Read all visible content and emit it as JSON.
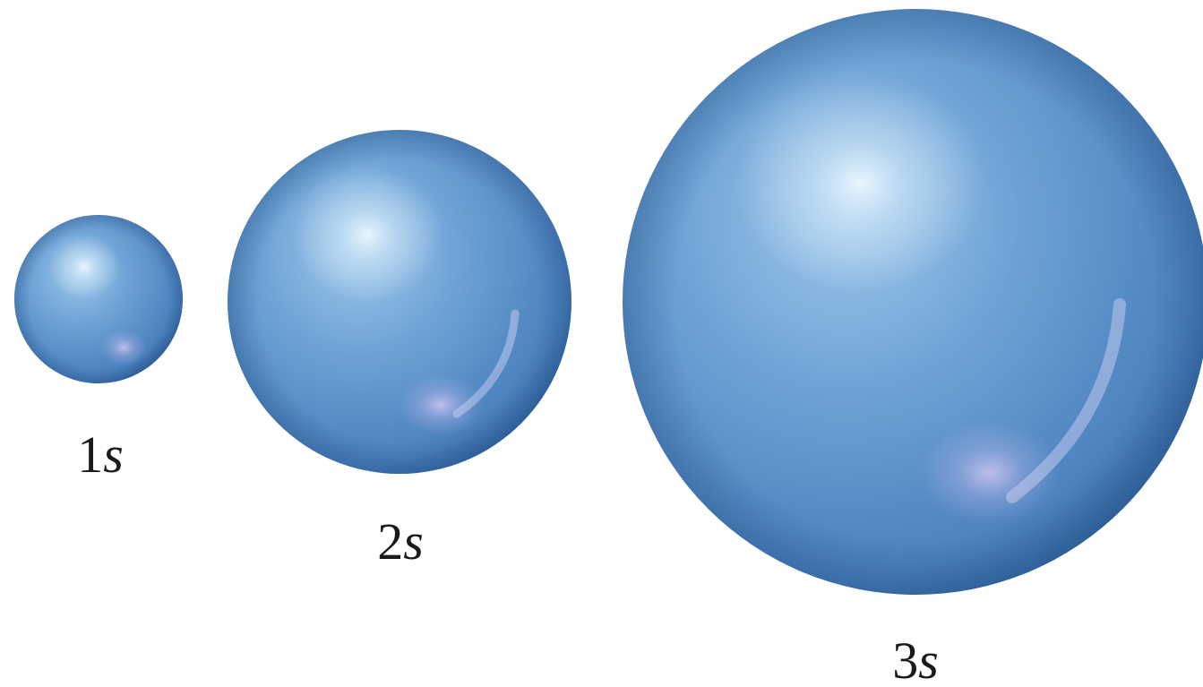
{
  "diagram": {
    "orbitals": [
      {
        "number": "1",
        "letter": "s"
      },
      {
        "number": "2",
        "letter": "s"
      },
      {
        "number": "3",
        "letter": "s"
      }
    ],
    "colors": {
      "sphere_base": "#4f86c2",
      "sphere_mid": "#6a9fd3",
      "sphere_dark": "#2f5f98",
      "highlight": "#e4f4fc",
      "reflection": "#c7c2ee",
      "label": "#1a1a1a",
      "background": "#ffffff"
    }
  }
}
